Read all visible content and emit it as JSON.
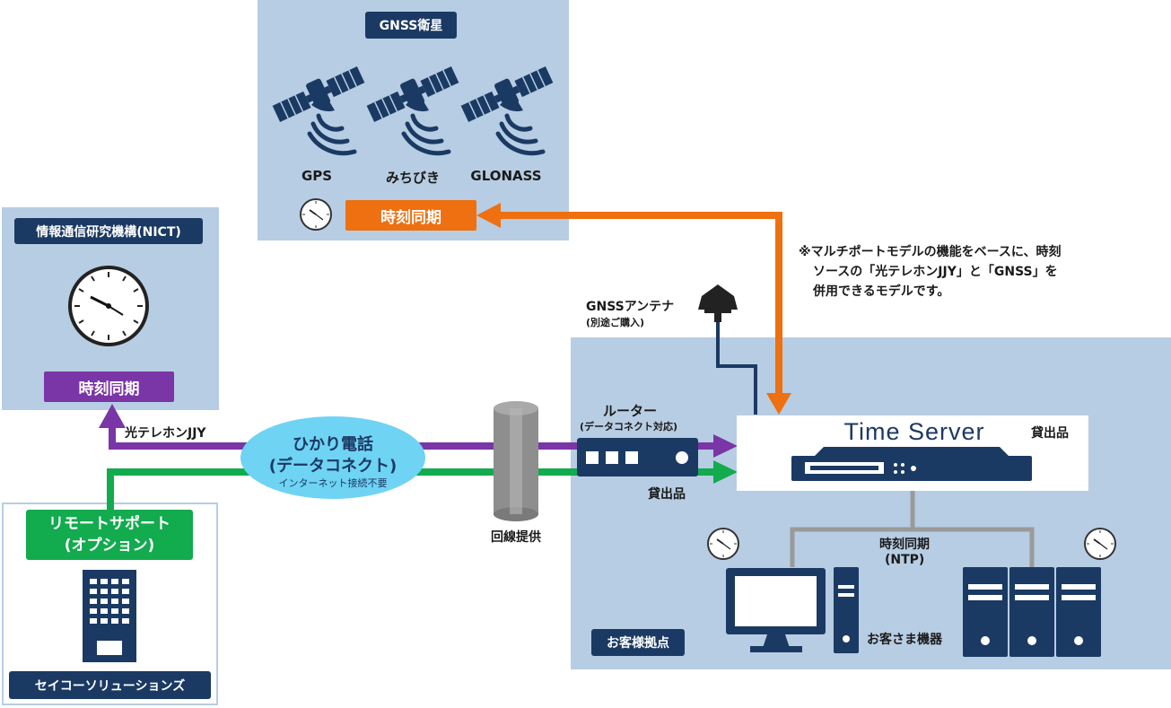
{
  "satellites": {
    "title": "GNSS衛星",
    "items": [
      {
        "label": "GPS"
      },
      {
        "label": "みちびき"
      },
      {
        "label": "GLONASS"
      }
    ],
    "sync_label": "時刻同期"
  },
  "nict": {
    "title": "情報通信研究機構(NICT)",
    "sync_label": "時刻同期"
  },
  "note": {
    "lines": [
      "※マルチポートモデルの機能をベースに、時刻",
      "ソースの「光テレホンJJY」と「GNSS」を",
      "併用できるモデルです。"
    ]
  },
  "antenna": {
    "label": "GNSSアンテナ",
    "sub": "(別途ご購入)"
  },
  "line_label": "光テレホンJJY",
  "hikari": {
    "title": "ひかり電話",
    "title2": "(データコネクト)",
    "sub": "インターネット接続不要"
  },
  "provider_label": "回線提供",
  "router": {
    "label": "ルーター",
    "sub": "(データコネクト対応)",
    "rental": "貸出品"
  },
  "time_server": {
    "title": "Time Server",
    "rental": "貸出品"
  },
  "ntp": {
    "line1": "時刻同期",
    "line2": "(NTP)"
  },
  "customer_site": {
    "label": "お客様拠点",
    "devices_label": "お客さま機器"
  },
  "seiko": {
    "remote_line1": "リモートサポート",
    "remote_line2": "(オプション)",
    "name": "セイコーソリューションズ"
  },
  "colors": {
    "panel": "#b7cde3",
    "navy": "#1b3a63",
    "orange": "#ee7010",
    "purple": "#7a35a6",
    "green": "#12ab4e",
    "ellipse": "#6fd3f4"
  }
}
